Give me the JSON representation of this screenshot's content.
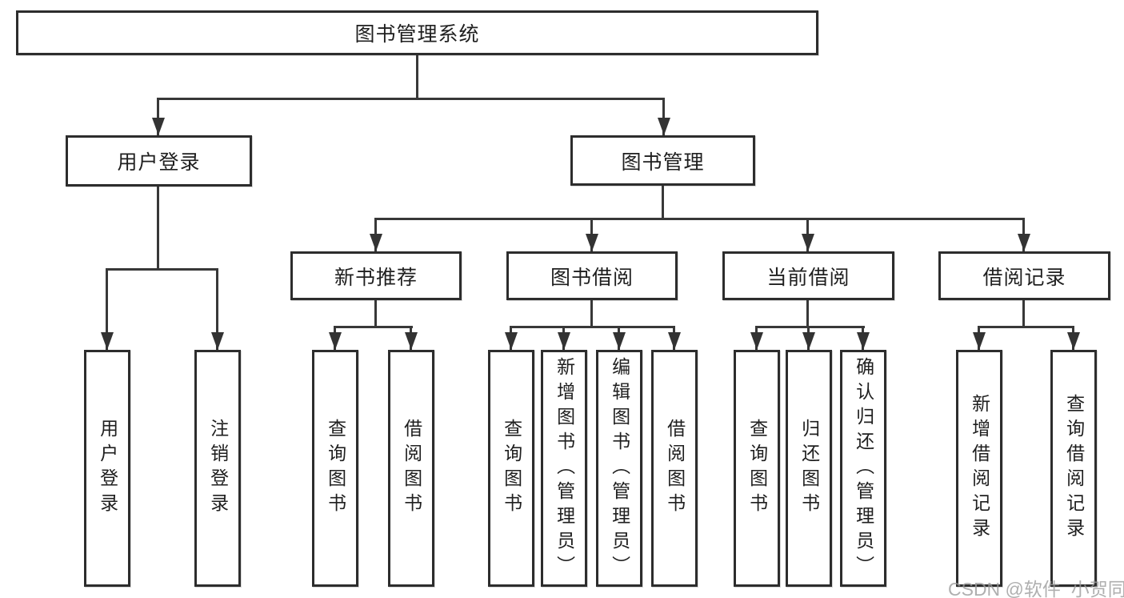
{
  "tree": {
    "root": {
      "label": "图书管理系统"
    },
    "branches": [
      {
        "label": "用户登录",
        "children": [
          {
            "label": "用户登录"
          },
          {
            "label": "注销登录"
          }
        ]
      },
      {
        "label": "图书管理",
        "children": [
          {
            "label": "新书推荐",
            "children": [
              {
                "label": "查询图书"
              },
              {
                "label": "借阅图书"
              }
            ]
          },
          {
            "label": "图书借阅",
            "children": [
              {
                "label": "查询图书"
              },
              {
                "label": "新增图书（管理员）"
              },
              {
                "label": "编辑图书（管理员）"
              },
              {
                "label": "借阅图书"
              }
            ]
          },
          {
            "label": "当前借阅",
            "children": [
              {
                "label": "查询图书"
              },
              {
                "label": "归还图书"
              },
              {
                "label": "确认归还（管理员）"
              }
            ]
          },
          {
            "label": "借阅记录",
            "children": [
              {
                "label": "新增借阅记录"
              },
              {
                "label": "查询借阅记录"
              }
            ]
          }
        ]
      }
    ]
  },
  "watermark": "CSDN @软件_小贺同学",
  "colors": {
    "line": "#383838",
    "box_border": "#2d2d2d",
    "text": "#1f1f1f",
    "watermark": "#9b9b9b",
    "background": "#ffffff"
  }
}
